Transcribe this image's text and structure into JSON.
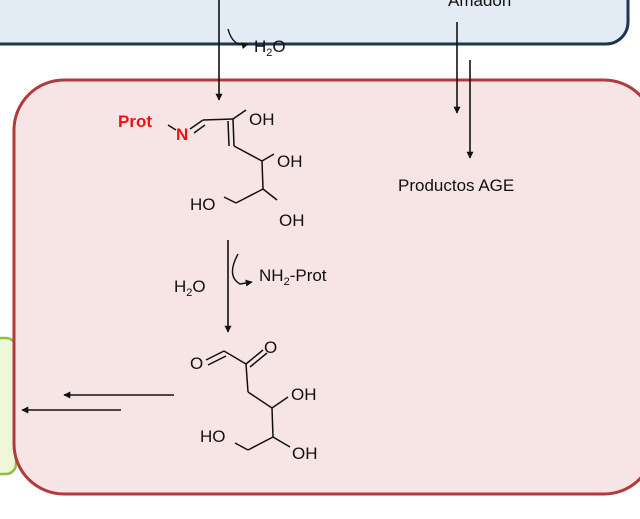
{
  "colors": {
    "top_box_fill": "#e3ebf4",
    "top_box_stroke": "#1e3553",
    "main_box_fill": "#f7e4e4",
    "main_box_stroke": "#b03a3c",
    "left_box_fill": "#eef7d8",
    "left_box_stroke": "#8dc33c",
    "prot_label": "#ee1111",
    "bond": "#111111"
  },
  "top_box": {
    "partial_label": "Amadori"
  },
  "water_out_top": {
    "main": "H",
    "sub": "2",
    "rest": "O"
  },
  "imine": {
    "prot": "Prot",
    "n": "N",
    "oh1": "OH",
    "oh2": "OH",
    "ho": "HO",
    "oh3": "OH"
  },
  "step2": {
    "water": {
      "main": "H",
      "sub": "2",
      "rest": "O"
    },
    "amine": {
      "main": "NH",
      "sub": "2",
      "rest": "-Prot"
    }
  },
  "dicarbonyl": {
    "o1": "O",
    "o2": "O",
    "oh1": "OH",
    "ho": "HO",
    "oh2": "OH"
  },
  "products_label": "Productos AGE"
}
